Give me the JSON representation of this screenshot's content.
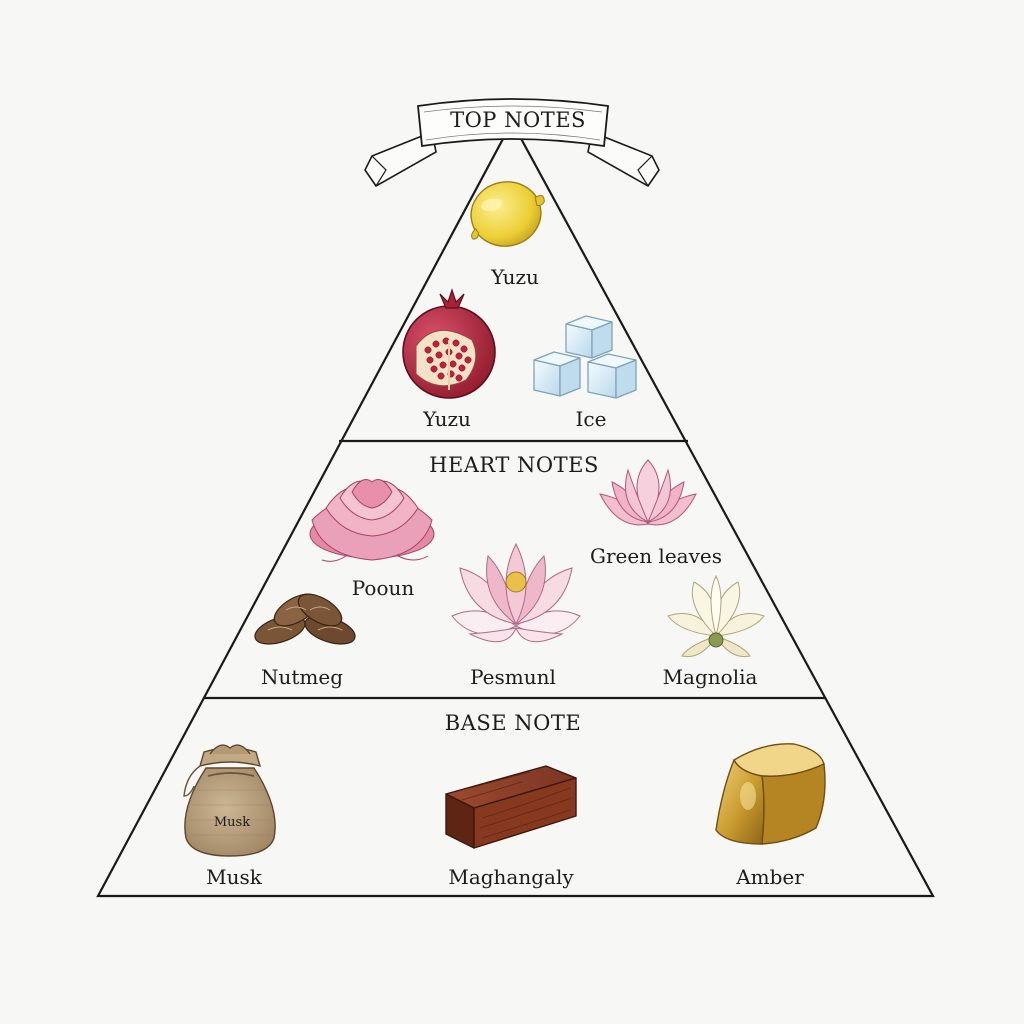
{
  "banner": {
    "text": "TOP NOTES"
  },
  "tiers": {
    "top": {
      "notes": [
        {
          "label": "Yuzu",
          "icon": "lemon-icon"
        },
        {
          "label": "Yuzu",
          "icon": "pomegranate-icon"
        },
        {
          "label": "Ice",
          "icon": "ice-cubes-icon"
        }
      ]
    },
    "heart": {
      "title": "HEART NOTES",
      "notes": [
        {
          "label": "Pooun",
          "icon": "peony-icon"
        },
        {
          "label": "Green leaves",
          "icon": "pink-lotus-icon"
        },
        {
          "label": "Pesmunl",
          "icon": "lotus-icon"
        },
        {
          "label": "Nutmeg",
          "icon": "nutmeg-icon"
        },
        {
          "label": "Magnolia",
          "icon": "magnolia-icon"
        }
      ]
    },
    "base": {
      "title": "BASE NOTE",
      "notes": [
        {
          "label": "Musk",
          "icon": "burlap-sack-icon",
          "sack_text": "Musk"
        },
        {
          "label": "Maghangaly",
          "icon": "wood-block-icon"
        },
        {
          "label": "Amber",
          "icon": "amber-cube-icon"
        }
      ]
    }
  },
  "colors": {
    "outline": "#1a1a1a",
    "background": "#f7f7f5",
    "lemon": "#efd23a",
    "pomegranate": "#b3243a",
    "ice": "#cfe6f2",
    "peony": "#e58aa6",
    "wood": "#7a3220",
    "amber": "#c99a2e",
    "burlap": "#b59c78"
  }
}
